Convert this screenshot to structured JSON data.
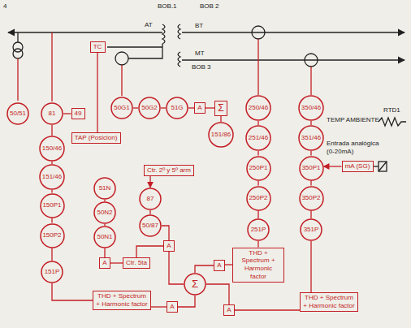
{
  "diagram": {
    "nodes": [
      {
        "text": [
          "50/51"
        ]
      },
      {
        "text": [
          "81"
        ]
      },
      {
        "text": [
          "49"
        ]
      },
      {
        "text": [
          "TC"
        ]
      },
      {
        "text": [
          "TAP (Posicion)"
        ]
      },
      {
        "text": [
          "50G1"
        ]
      },
      {
        "text": [
          "50G2"
        ]
      },
      {
        "text": [
          "51G"
        ]
      },
      {
        "text": [
          "A"
        ]
      },
      {
        "text": [
          "Σ"
        ]
      },
      {
        "text": [
          "151/86"
        ]
      },
      {
        "text": [
          "150/46"
        ]
      },
      {
        "text": [
          "151/46"
        ]
      },
      {
        "text": [
          "150P1"
        ]
      },
      {
        "text": [
          "150P2"
        ]
      },
      {
        "text": [
          "151P"
        ]
      },
      {
        "text": [
          "51N"
        ]
      },
      {
        "text": [
          "50N2"
        ]
      },
      {
        "text": [
          "50N1"
        ]
      },
      {
        "text": [
          "Ctr. 2º y 5º arm"
        ]
      },
      {
        "text": [
          "87"
        ]
      },
      {
        "text": [
          "50/87"
        ]
      },
      {
        "text": [
          "A"
        ]
      },
      {
        "text": [
          "Ctr. 5ta"
        ]
      },
      {
        "text": [
          "A"
        ]
      },
      {
        "text": [
          "A"
        ]
      },
      {
        "text": [
          "Σ"
        ]
      },
      {
        "text": [
          "THD + Spectrum + Harmonic factor"
        ]
      },
      {
        "text": [
          "A"
        ]
      },
      {
        "text": [
          "A"
        ]
      },
      {
        "text": [
          "THD + Spectrum + Harmonic factor"
        ]
      },
      {
        "text": [
          "THD + Spectrum + Harmonic factor"
        ]
      },
      {
        "text": [
          "250/46"
        ]
      },
      {
        "text": [
          "251/46"
        ]
      },
      {
        "text": [
          "250P1"
        ]
      },
      {
        "text": [
          "250P2"
        ]
      },
      {
        "text": [
          "251P"
        ]
      },
      {
        "text": [
          "350/46"
        ]
      },
      {
        "text": [
          "351/46"
        ]
      },
      {
        "text": [
          "350P1"
        ]
      },
      {
        "text": [
          "350P2"
        ]
      },
      {
        "text": [
          "351P"
        ]
      },
      {
        "text": [
          "mA (SG)"
        ]
      }
    ],
    "edges": [
      {
        "from": 1,
        "to": 2,
        "arrow": "none"
      },
      {
        "from": 1,
        "to": 11,
        "arrow": "none"
      },
      {
        "from": 11,
        "to": 12,
        "arrow": "none"
      },
      {
        "from": 12,
        "to": 13,
        "arrow": "none"
      },
      {
        "from": 13,
        "to": 14,
        "arrow": "none"
      },
      {
        "from": 14,
        "to": 15,
        "arrow": "none"
      },
      {
        "from": 3,
        "to": 4,
        "arrow": "none"
      },
      {
        "from": 5,
        "to": 6,
        "arrow": "none"
      },
      {
        "from": 6,
        "to": 7,
        "arrow": "none"
      },
      {
        "from": 7,
        "to": 8,
        "arrow": "none"
      },
      {
        "from": 8,
        "to": 9,
        "arrow": "none"
      },
      {
        "from": 9,
        "to": 10,
        "arrow": "none"
      },
      {
        "from": 16,
        "to": 17,
        "arrow": "none"
      },
      {
        "from": 17,
        "to": 18,
        "arrow": "none"
      },
      {
        "from": 18,
        "to": 22,
        "arrow": "none"
      },
      {
        "from": 22,
        "to": 23,
        "arrow": "none"
      },
      {
        "from": 19,
        "to": 20,
        "arrow": "to"
      },
      {
        "from": 20,
        "to": 21,
        "arrow": "none"
      },
      {
        "from": 21,
        "to": 24,
        "arrow": "none"
      },
      {
        "from": 23,
        "to": 24,
        "arrow": "none"
      },
      {
        "from": 24,
        "to": 26,
        "arrow": "none"
      },
      {
        "from": 30,
        "to": 25,
        "arrow": "none"
      },
      {
        "from": 25,
        "to": 26,
        "arrow": "none"
      },
      {
        "from": 15,
        "to": 27,
        "arrow": "none"
      },
      {
        "from": 27,
        "to": 28,
        "arrow": "none"
      },
      {
        "from": 28,
        "to": 26,
        "arrow": "none"
      },
      {
        "from": 31,
        "to": 29,
        "arrow": "none"
      },
      {
        "from": 29,
        "to": 26,
        "arrow": "none"
      },
      {
        "from": 32,
        "to": 33,
        "arrow": "none"
      },
      {
        "from": 33,
        "to": 34,
        "arrow": "none"
      },
      {
        "from": 34,
        "to": 35,
        "arrow": "none"
      },
      {
        "from": 35,
        "to": 36,
        "arrow": "none"
      },
      {
        "from": 36,
        "to": 30,
        "arrow": "none"
      },
      {
        "from": 37,
        "to": 38,
        "arrow": "none"
      },
      {
        "from": 38,
        "to": 39,
        "arrow": "none"
      },
      {
        "from": 39,
        "to": 40,
        "arrow": "none"
      },
      {
        "from": 40,
        "to": 41,
        "arrow": "none"
      },
      {
        "from": 41,
        "to": 31,
        "arrow": "none"
      },
      {
        "from": 42,
        "to": 39,
        "arrow": "to"
      }
    ],
    "labels": [
      "4",
      "BOB.1",
      "AT",
      "BOB 2",
      "BT",
      "MT",
      "BOB 3",
      "TEMP AMBIENTE",
      "RTD1",
      "Entrada analógica (0-20mA)"
    ]
  }
}
